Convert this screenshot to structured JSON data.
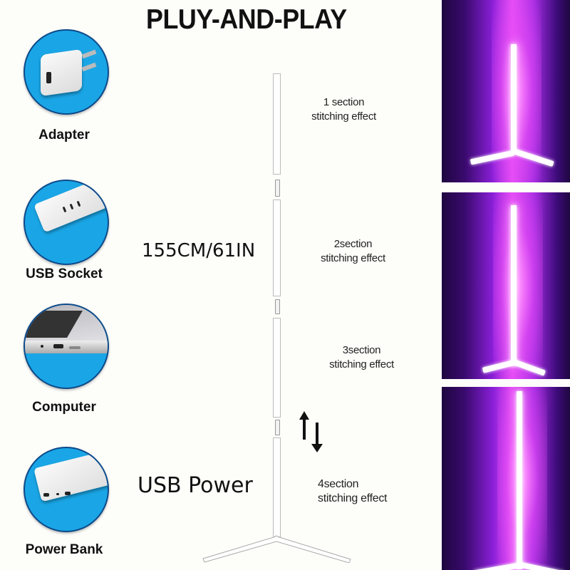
{
  "title": "PLUY-AND-PLAY",
  "power_sources": [
    {
      "label": "Adapter",
      "icon": "usb-wall-adapter-icon"
    },
    {
      "label": "USB Socket",
      "icon": "power-strip-icon"
    },
    {
      "label": "Computer",
      "icon": "laptop-port-icon"
    },
    {
      "label": "Power Bank",
      "icon": "power-bank-icon"
    }
  ],
  "height_label": "155CM/61IN",
  "power_label": "USB Power",
  "sections": [
    {
      "line1": "1 section",
      "line2": "stitching effect"
    },
    {
      "line1": "2section",
      "line2": "stitching effect"
    },
    {
      "line1": "3section",
      "line2": "stitching effect"
    },
    {
      "line1": "4section",
      "line2": "stitching effect"
    }
  ],
  "arrows_icon": "up-down-arrows-icon",
  "colors": {
    "circle_blue": "#1aa6e6",
    "circle_border": "#0d4a8a",
    "glow_purple": "#e24cf4",
    "dark_purple": "#2a0858"
  }
}
